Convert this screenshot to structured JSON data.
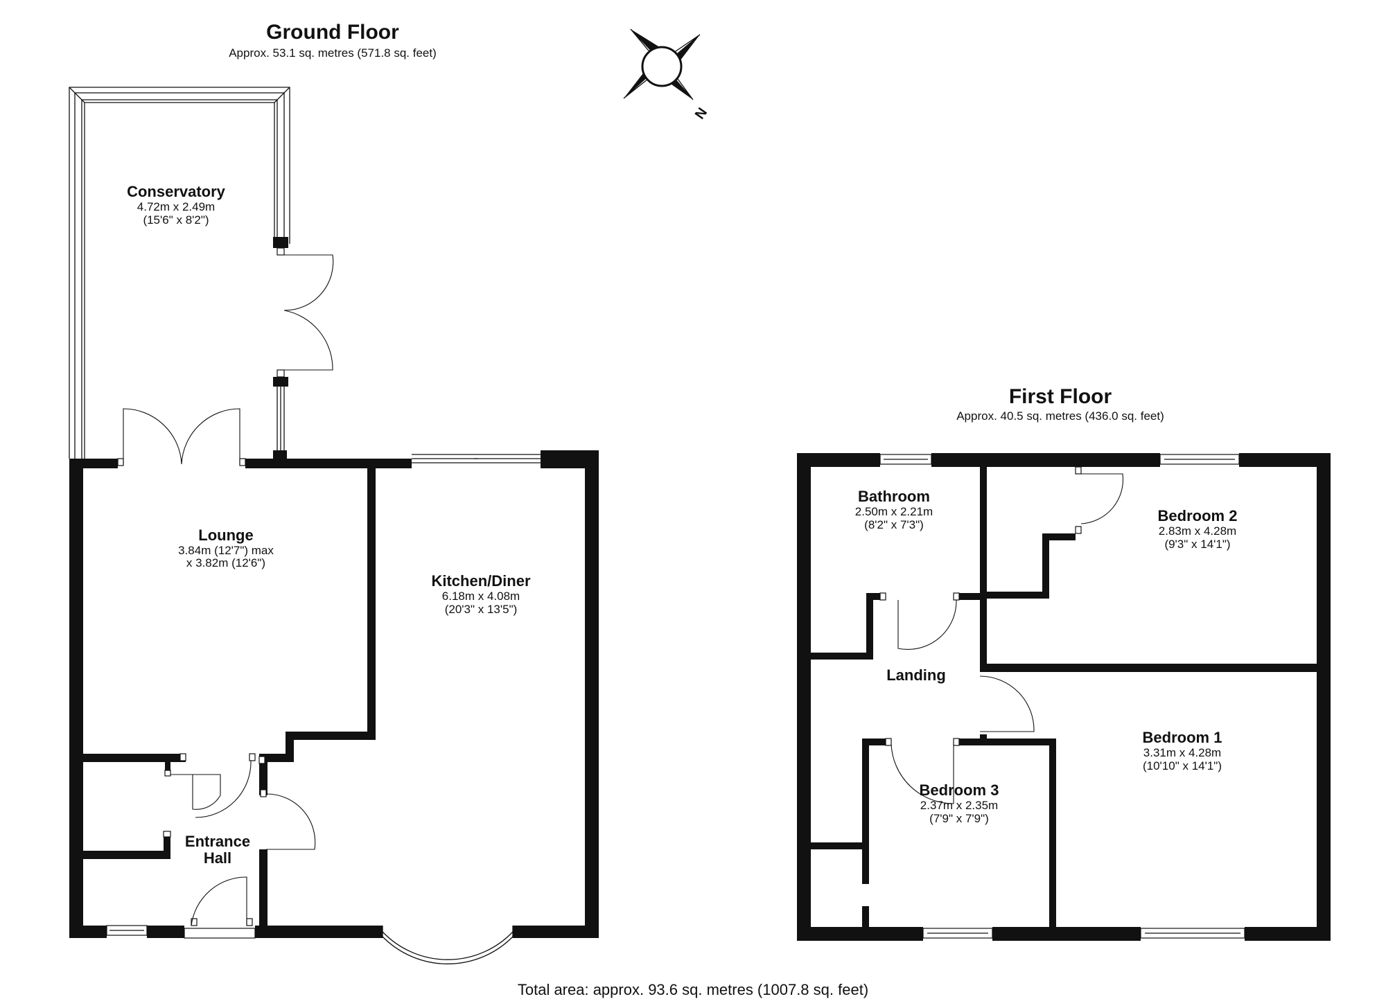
{
  "ground_floor": {
    "title": "Ground Floor",
    "area": "Approx. 53.1 sq. metres (571.8 sq. feet)",
    "rooms": [
      {
        "name": "Conservatory",
        "dim1": "4.72m x 2.49m",
        "dim2": "(15'6\" x 8'2\")"
      },
      {
        "name": "Lounge",
        "dim1": "3.84m (12'7\") max",
        "dim2": "x 3.82m (12'6\")"
      },
      {
        "name": "Kitchen/Diner",
        "dim1": "6.18m x 4.08m",
        "dim2": "(20'3\" x 13'5\")"
      },
      {
        "name": "Entrance",
        "name2": "Hall"
      }
    ]
  },
  "first_floor": {
    "title": "First Floor",
    "area": "Approx. 40.5 sq. metres (436.0 sq. feet)",
    "rooms": [
      {
        "name": "Bathroom",
        "dim1": "2.50m x 2.21m",
        "dim2": "(8'2\" x 7'3\")"
      },
      {
        "name": "Bedroom 2",
        "dim1": "2.83m x 4.28m",
        "dim2": "(9'3\" x 14'1\")"
      },
      {
        "name": "Landing"
      },
      {
        "name": "Bedroom 1",
        "dim1": "3.31m x 4.28m",
        "dim2": "(10'10\" x 14'1\")"
      },
      {
        "name": "Bedroom 3",
        "dim1": "2.37m x 2.35m",
        "dim2": "(7'9\" x 7'9\")"
      }
    ]
  },
  "compass": {
    "label": "N"
  },
  "total_area": "Total area: approx. 93.6 sq. metres (1007.8 sq. feet)"
}
